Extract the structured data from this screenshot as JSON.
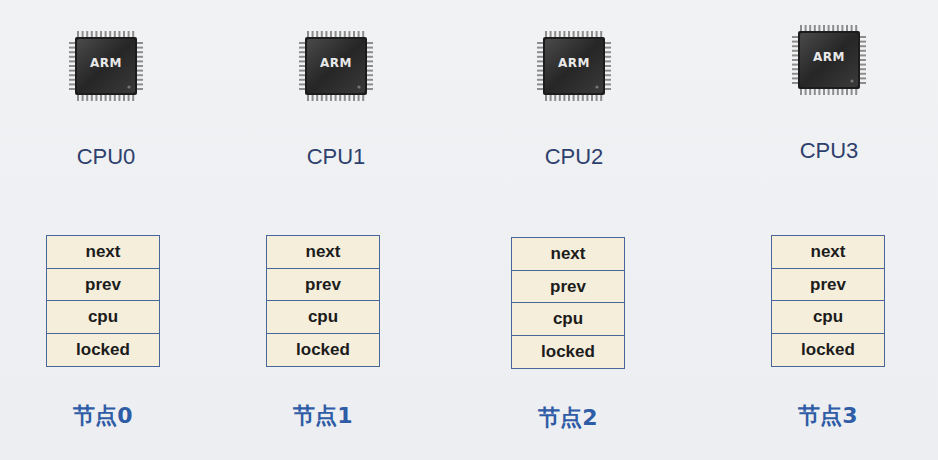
{
  "diagram": {
    "nodes": [
      {
        "text": [
          "ARM",
          "CPU0"
        ]
      },
      {
        "text": [
          "ARM",
          "CPU1"
        ]
      },
      {
        "text": [
          "ARM",
          "CPU2"
        ]
      },
      {
        "text": [
          "ARM",
          "CPU3"
        ]
      },
      {
        "text": [
          "节点0"
        ]
      },
      {
        "text": [
          "next"
        ],
        "in": 4
      },
      {
        "text": [
          "prev"
        ],
        "in": 4
      },
      {
        "text": [
          "cpu"
        ],
        "in": 4
      },
      {
        "text": [
          "locked"
        ],
        "in": 4
      },
      {
        "text": [
          "节点1"
        ]
      },
      {
        "text": [
          "next"
        ],
        "in": 9
      },
      {
        "text": [
          "prev"
        ],
        "in": 9
      },
      {
        "text": [
          "cpu"
        ],
        "in": 9
      },
      {
        "text": [
          "locked"
        ],
        "in": 9
      },
      {
        "text": [
          "节点2"
        ]
      },
      {
        "text": [
          "next"
        ],
        "in": 14
      },
      {
        "text": [
          "prev"
        ],
        "in": 14
      },
      {
        "text": [
          "cpu"
        ],
        "in": 14
      },
      {
        "text": [
          "locked"
        ],
        "in": 14
      },
      {
        "text": [
          "节点3"
        ]
      },
      {
        "text": [
          "next"
        ],
        "in": 19
      },
      {
        "text": [
          "prev"
        ],
        "in": 19
      },
      {
        "text": [
          "cpu"
        ],
        "in": 19
      },
      {
        "text": [
          "locked"
        ],
        "in": 19
      }
    ]
  }
}
